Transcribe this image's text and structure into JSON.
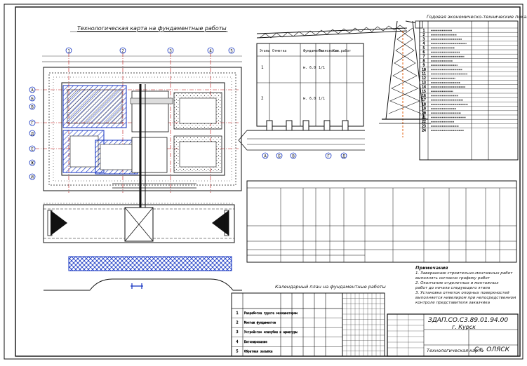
{
  "sheet": {
    "plan_title": "Технологическая карта на фундаментные работы",
    "table_title": "Годовая экономическо-технические показатели",
    "schedule_title": "Календарный план на фундаментные работы",
    "notes_title": "Примечания",
    "notes": [
      "1. Завершение строительно-монтажных работ",
      "выполнять согласно графику работ",
      "2. Окончание отделочных и монтажных",
      "работ до начала следующего этапа",
      "3. Установка отметок опорных поверхностей",
      "выполняется нивелиром при непосредственном",
      "контроле представителя заказчика"
    ],
    "stamp_code": "ЗДАП.СО.С3.89.01.94.00",
    "stamp_city": "г. Курск",
    "stamp_org": "Ст. ОЛЯСК",
    "stamp_doc": "Технологическая карта",
    "section_table_header": [
      "Этапы",
      "Отметка",
      "Фундаменты",
      "Технология работ",
      "Кол."
    ],
    "section_rows": [
      {
        "n": "1",
        "val": "м. 6.0",
        "qty": "1/1"
      },
      {
        "n": "2",
        "val": "м. 6.0",
        "qty": "1/1"
      }
    ],
    "schedule_rows": [
      {
        "n": "1",
        "name": "Разработка грунта экскаватором"
      },
      {
        "n": "2",
        "name": "Монтаж фундаментов"
      },
      {
        "n": "3",
        "name": "Устройство опалубки и арматуры"
      },
      {
        "n": "4",
        "name": "Бетонирование"
      },
      {
        "n": "5",
        "name": "Обратная засыпка"
      }
    ],
    "axis_top": [
      "1",
      "2",
      "3",
      "4",
      "5"
    ],
    "axis_left": [
      "А",
      "Б",
      "В",
      "Г",
      "Д",
      "Е",
      "Ж",
      "И"
    ],
    "axis_section": [
      "А",
      "Б",
      "В",
      "Г",
      "Д"
    ],
    "legend_numbers": [
      "1",
      "2",
      "3",
      "4",
      "5",
      "6",
      "7",
      "8",
      "9",
      "10",
      "11",
      "12",
      "13",
      "14",
      "15",
      "16",
      "17",
      "18",
      "19",
      "20",
      "21",
      "22",
      "23",
      "24"
    ]
  }
}
